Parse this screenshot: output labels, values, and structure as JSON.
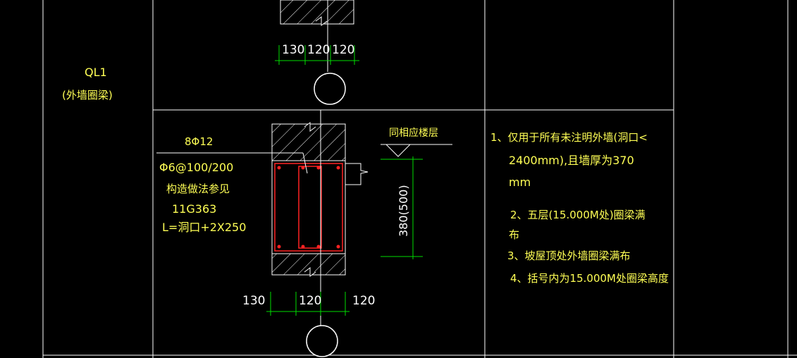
{
  "colors": {
    "background": "#000000",
    "grid_line": "#ffffff",
    "annotation_text": "#ffff55",
    "dimension_line": "#00dd00",
    "rebar": "#ff2222",
    "wall": "#ffffff"
  },
  "beam_label": {
    "code": "QL1",
    "description": "(外墙圈梁)"
  },
  "top_detail": {
    "dimensions": [
      "130",
      "120",
      "120"
    ]
  },
  "main_detail": {
    "longitudinal_rebar": "8Φ12",
    "stirrup": "Φ6@100/200",
    "construction_note": "构造做法参见",
    "standard": "11G363",
    "length_formula": "L=洞口+2X250",
    "floor_note": "同相应楼层",
    "height_dimension": "380(500)",
    "width_dimensions": [
      "130",
      "120",
      "120"
    ]
  },
  "notes": [
    {
      "line1": "1、仅用于所有未注明外墙(洞口<",
      "line2": "2400mm),且墙厚为370",
      "line3": "mm"
    },
    {
      "line1": "2、五层(15.000M处)圈梁满",
      "line2": "布"
    },
    {
      "line1": "3、坡屋顶处外墙圈梁满布"
    },
    {
      "line1": "4、括号内为15.000M处圈梁高度"
    }
  ]
}
